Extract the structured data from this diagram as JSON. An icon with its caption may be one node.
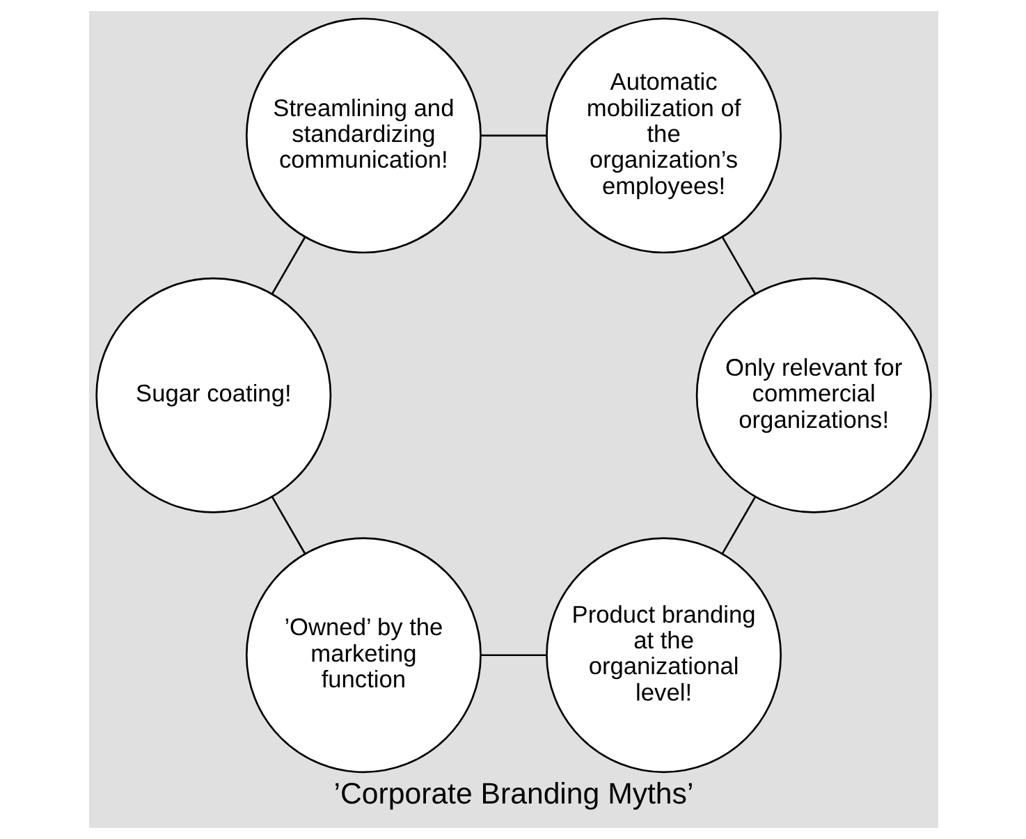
{
  "diagram": {
    "title": "’Corporate Branding Myths’",
    "nodes": [
      {
        "text": [
          "Product branding at the organizational level!"
        ]
      },
      {
        "text": [
          "’Owned’ by the marketing function"
        ]
      },
      {
        "text": [
          "Sugar coating!"
        ]
      },
      {
        "text": [
          "Streamlining and standardizing communication!"
        ]
      },
      {
        "text": [
          "Automatic mobilization of the organization’s employees!"
        ]
      },
      {
        "text": [
          "Only relevant for commercial organizations!"
        ]
      }
    ],
    "edges": [
      {
        "from": 0,
        "to": 1,
        "arrow": "none"
      },
      {
        "from": 1,
        "to": 2,
        "arrow": "none"
      },
      {
        "from": 2,
        "to": 3,
        "arrow": "none"
      },
      {
        "from": 3,
        "to": 4,
        "arrow": "none"
      },
      {
        "from": 4,
        "to": 5,
        "arrow": "none"
      },
      {
        "from": 5,
        "to": 0,
        "arrow": "none"
      }
    ]
  }
}
